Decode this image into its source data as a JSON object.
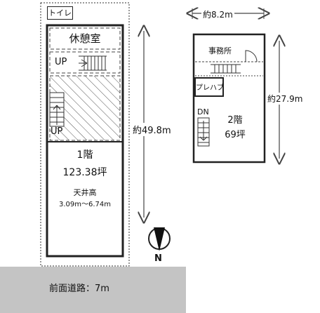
{
  "ground_floor": {
    "toilet_label": "トイレ",
    "rest_room_label": "休憩室",
    "up_label_1": "UP",
    "up_label_2": "UP",
    "floor_label": "1階",
    "area_label": "123.38坪",
    "ceiling_label": "天井高",
    "ceiling_value": "3.09m～6.74m",
    "length_label": "約49.8m"
  },
  "second_floor": {
    "width_label": "約8.2m",
    "office_label": "事務所",
    "prefab_label": "プレハブ",
    "down_label": "DN",
    "floor_label": "2階",
    "area_label": "69坪",
    "length_label": "約27.9m"
  },
  "compass": {
    "north_label": "N"
  },
  "road": {
    "label": "前面道路：7m",
    "color": "#c4c4c4"
  }
}
